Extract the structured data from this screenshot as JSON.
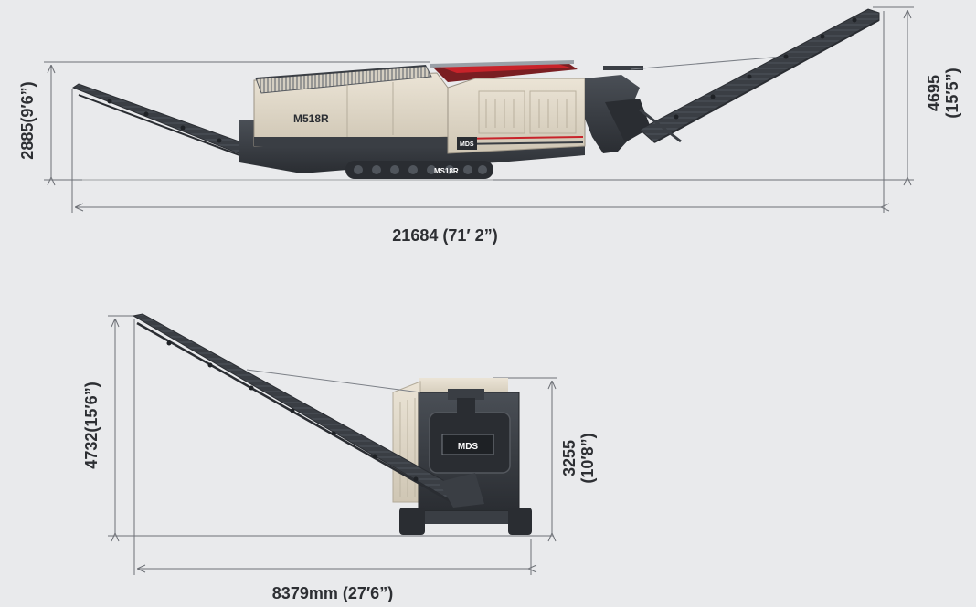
{
  "side_view": {
    "overall_length": "21684 (71′ 2”)",
    "height_screen": "2885(9′6”)",
    "height_max_line1": "4695",
    "height_max_line2": "(15′5”)",
    "model_label": "M518R",
    "track_label": "MS18R",
    "brand_badge": "MDS"
  },
  "front_view": {
    "overall_width": "8379mm (27′6”)",
    "height_max": "4732(15′6”)",
    "height_body_line1": "3255",
    "height_body_line2": "(10′8”)",
    "brand_badge": "MDS"
  },
  "colors": {
    "background": "#e9eaec",
    "machine_dark": "#3a3e44",
    "machine_body": "#ddd6c7",
    "accent_red": "#c8232a",
    "dimension_line": "#6d7076",
    "dimension_text": "#2d2f33"
  }
}
